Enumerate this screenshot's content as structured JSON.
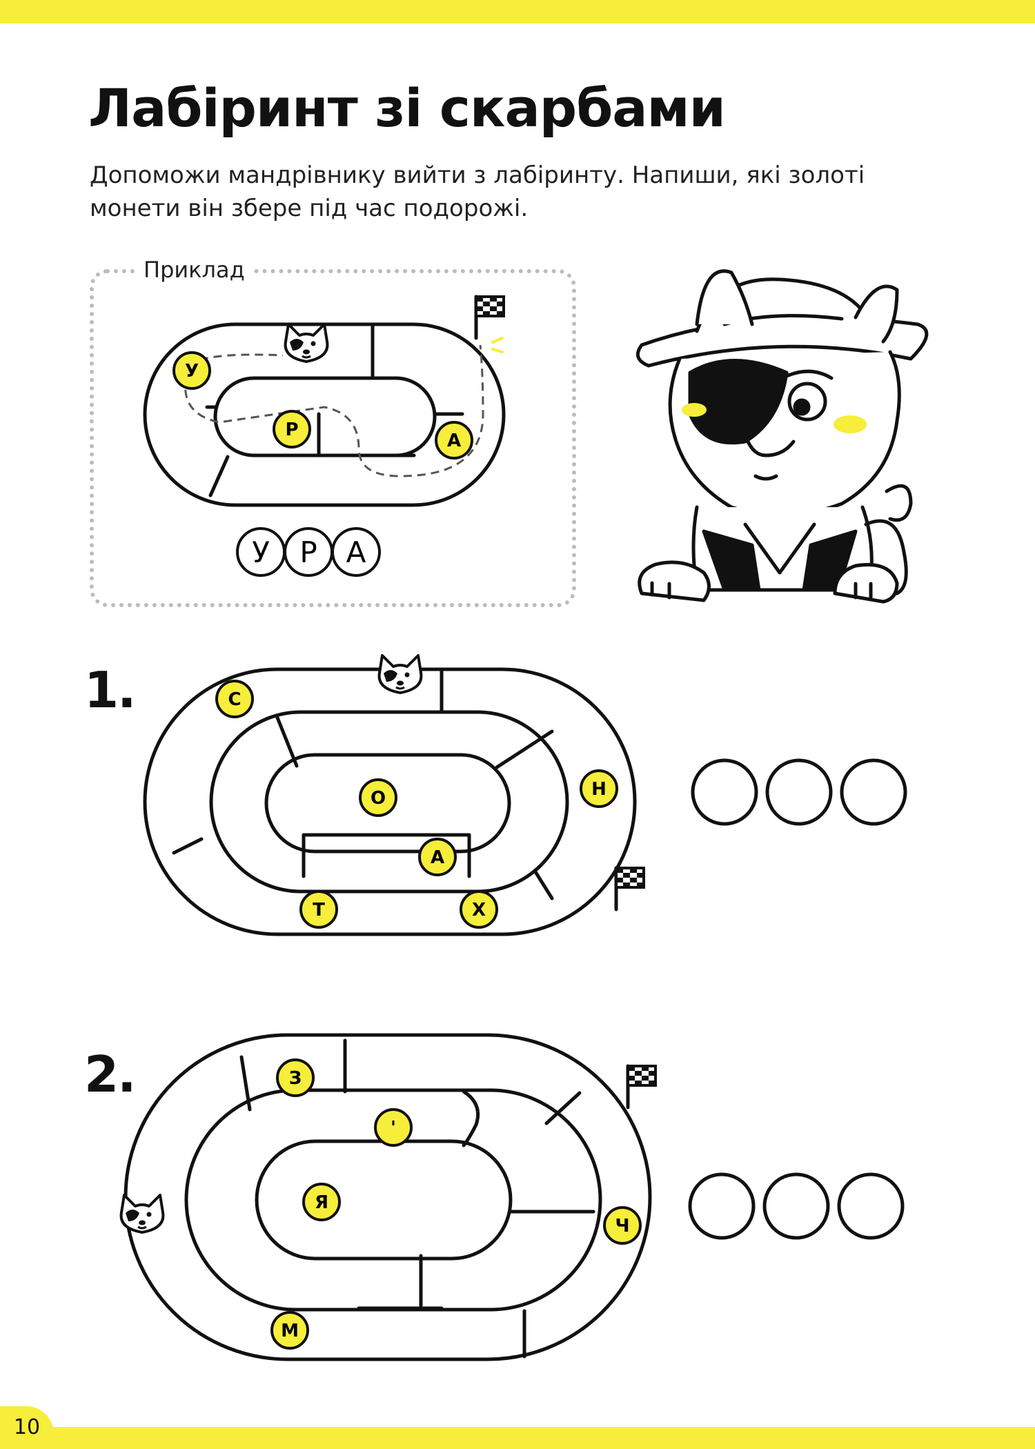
{
  "header": {
    "title": "Лабіринт зі скарбами",
    "instruction": "Допоможи мандрівнику вийти з лабіринту. Напиши, які золоті монети він збере під час подорожі."
  },
  "example": {
    "label": "Приклад",
    "coins": [
      "У",
      "Р",
      "А"
    ],
    "answer": [
      "У",
      "Р",
      "А"
    ]
  },
  "tasks": [
    {
      "number": "1.",
      "coins": [
        "С",
        "О",
        "Н",
        "А",
        "Т",
        "Х"
      ]
    },
    {
      "number": "2.",
      "coins": [
        "З",
        "'",
        "Я",
        "Ч",
        "М"
      ]
    }
  ],
  "page_number": "10",
  "colors": {
    "accent_yellow": "#f6ee3a",
    "coin_yellow": "#f6ee3a",
    "line": "#111111",
    "dots": "#bcbcbc"
  },
  "icons": [
    "corgi-traveler-icon",
    "finish-flag-icon",
    "explorer-dog-illustration"
  ]
}
